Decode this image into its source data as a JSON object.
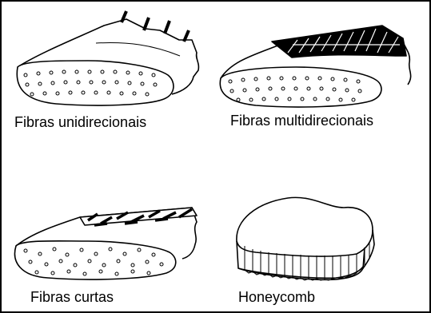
{
  "panels": [
    {
      "id": "unidirectional",
      "label": "Fibras unidirecionais"
    },
    {
      "id": "multidirectional",
      "label": "Fibras multidirecionais"
    },
    {
      "id": "short",
      "label": "Fibras curtas"
    },
    {
      "id": "honeycomb",
      "label": "Honeycomb"
    }
  ]
}
